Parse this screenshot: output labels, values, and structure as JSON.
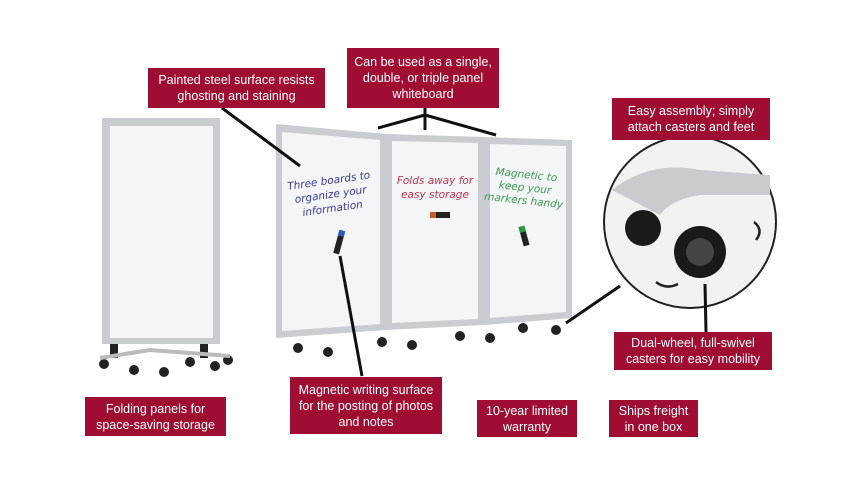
{
  "callouts": {
    "painted_steel": "Painted steel surface resists ghosting and staining",
    "panel_usage": "Can be used as a single, double, or triple panel whiteboard",
    "assembly": "Easy assembly; simply attach casters and feet",
    "casters": "Dual-wheel, full-swivel casters for easy mobility",
    "magnetic_surface": "Magnetic writing surface for the posting of photos and notes",
    "folding": "Folding panels for space-saving storage",
    "warranty": "10-year limited warranty",
    "shipping": "Ships freight in one box"
  },
  "board_writing": {
    "left": [
      "Three boards to",
      "organize your",
      "information"
    ],
    "middle": [
      "Folds away for",
      "easy storage"
    ],
    "right": [
      "Magnetic to",
      "keep your",
      "markers handy"
    ]
  },
  "colors": {
    "label_bg": "#a00d32",
    "ink_blue": "#3a3a9a",
    "ink_red": "#c0344f",
    "ink_green": "#3a9a50"
  }
}
